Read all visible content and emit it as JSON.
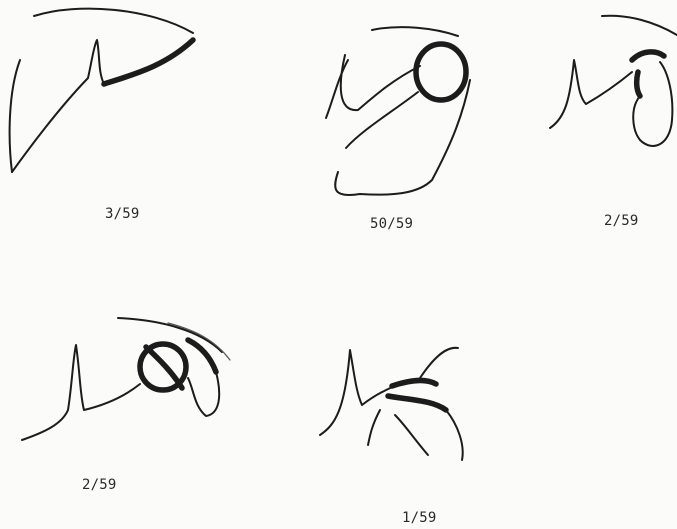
{
  "panels": [
    {
      "id": "A",
      "label": "3/59"
    },
    {
      "id": "B",
      "label": "50/59"
    },
    {
      "id": "C",
      "label": "2/59"
    },
    {
      "id": "D",
      "label": "2/59"
    },
    {
      "id": "E",
      "label": "1/59"
    }
  ]
}
